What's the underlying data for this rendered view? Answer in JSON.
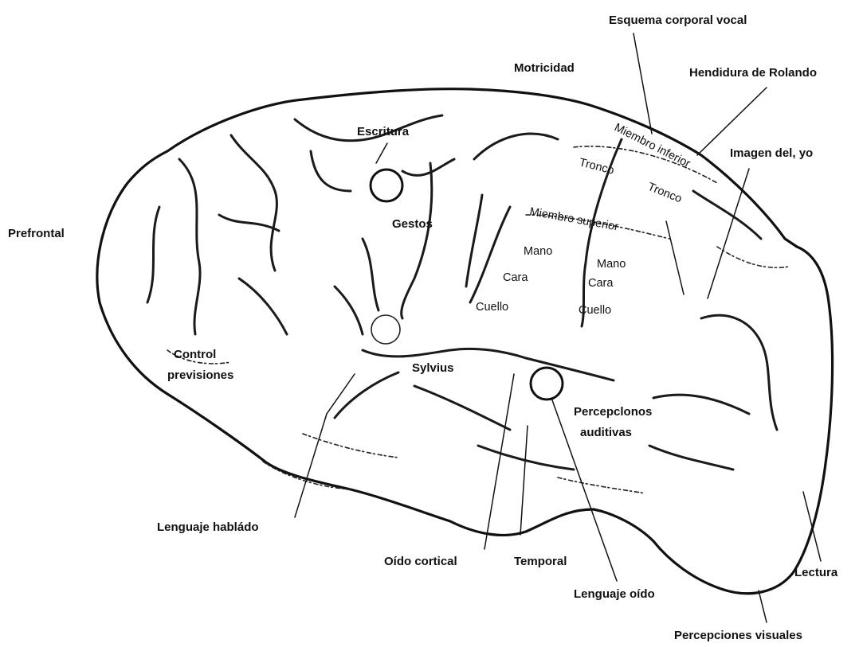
{
  "diagram": {
    "labels": {
      "esquema_corporal_vocal": "Esquema corporal vocal",
      "motricidad": "Motricidad",
      "hendidura_rolando": "Hendidura de Rolando",
      "imagen_yo": "Imagen del, yo",
      "prefrontal": "Prefrontal",
      "escritura": "Escritura",
      "gestos": "Gestos",
      "control": "Control",
      "previsiones": "previsiones",
      "sylvius": "Sylvius",
      "percepciones_line1": "Percepclonos",
      "percepciones_line2": "auditivas",
      "lenguaje_hablado": "Lenguaje habládo",
      "oido_cortical": "Oído cortical",
      "temporal": "Temporal",
      "lenguaje_oido": "Lenguaje oído",
      "lectura": "Lectura",
      "percepciones_visuales": "Percepciones visuales",
      "miembro_inferior": "Miembro inferior",
      "tronco_left": "Tronco",
      "tronco_right": "Tronco",
      "miembro_superior": "Miembro superior",
      "mano_left": "Mano",
      "cara_left": "Cara",
      "cuello_left": "Cuello",
      "mano_right": "Mano",
      "cara_right": "Cara",
      "cuello_right": "Cuello"
    }
  }
}
